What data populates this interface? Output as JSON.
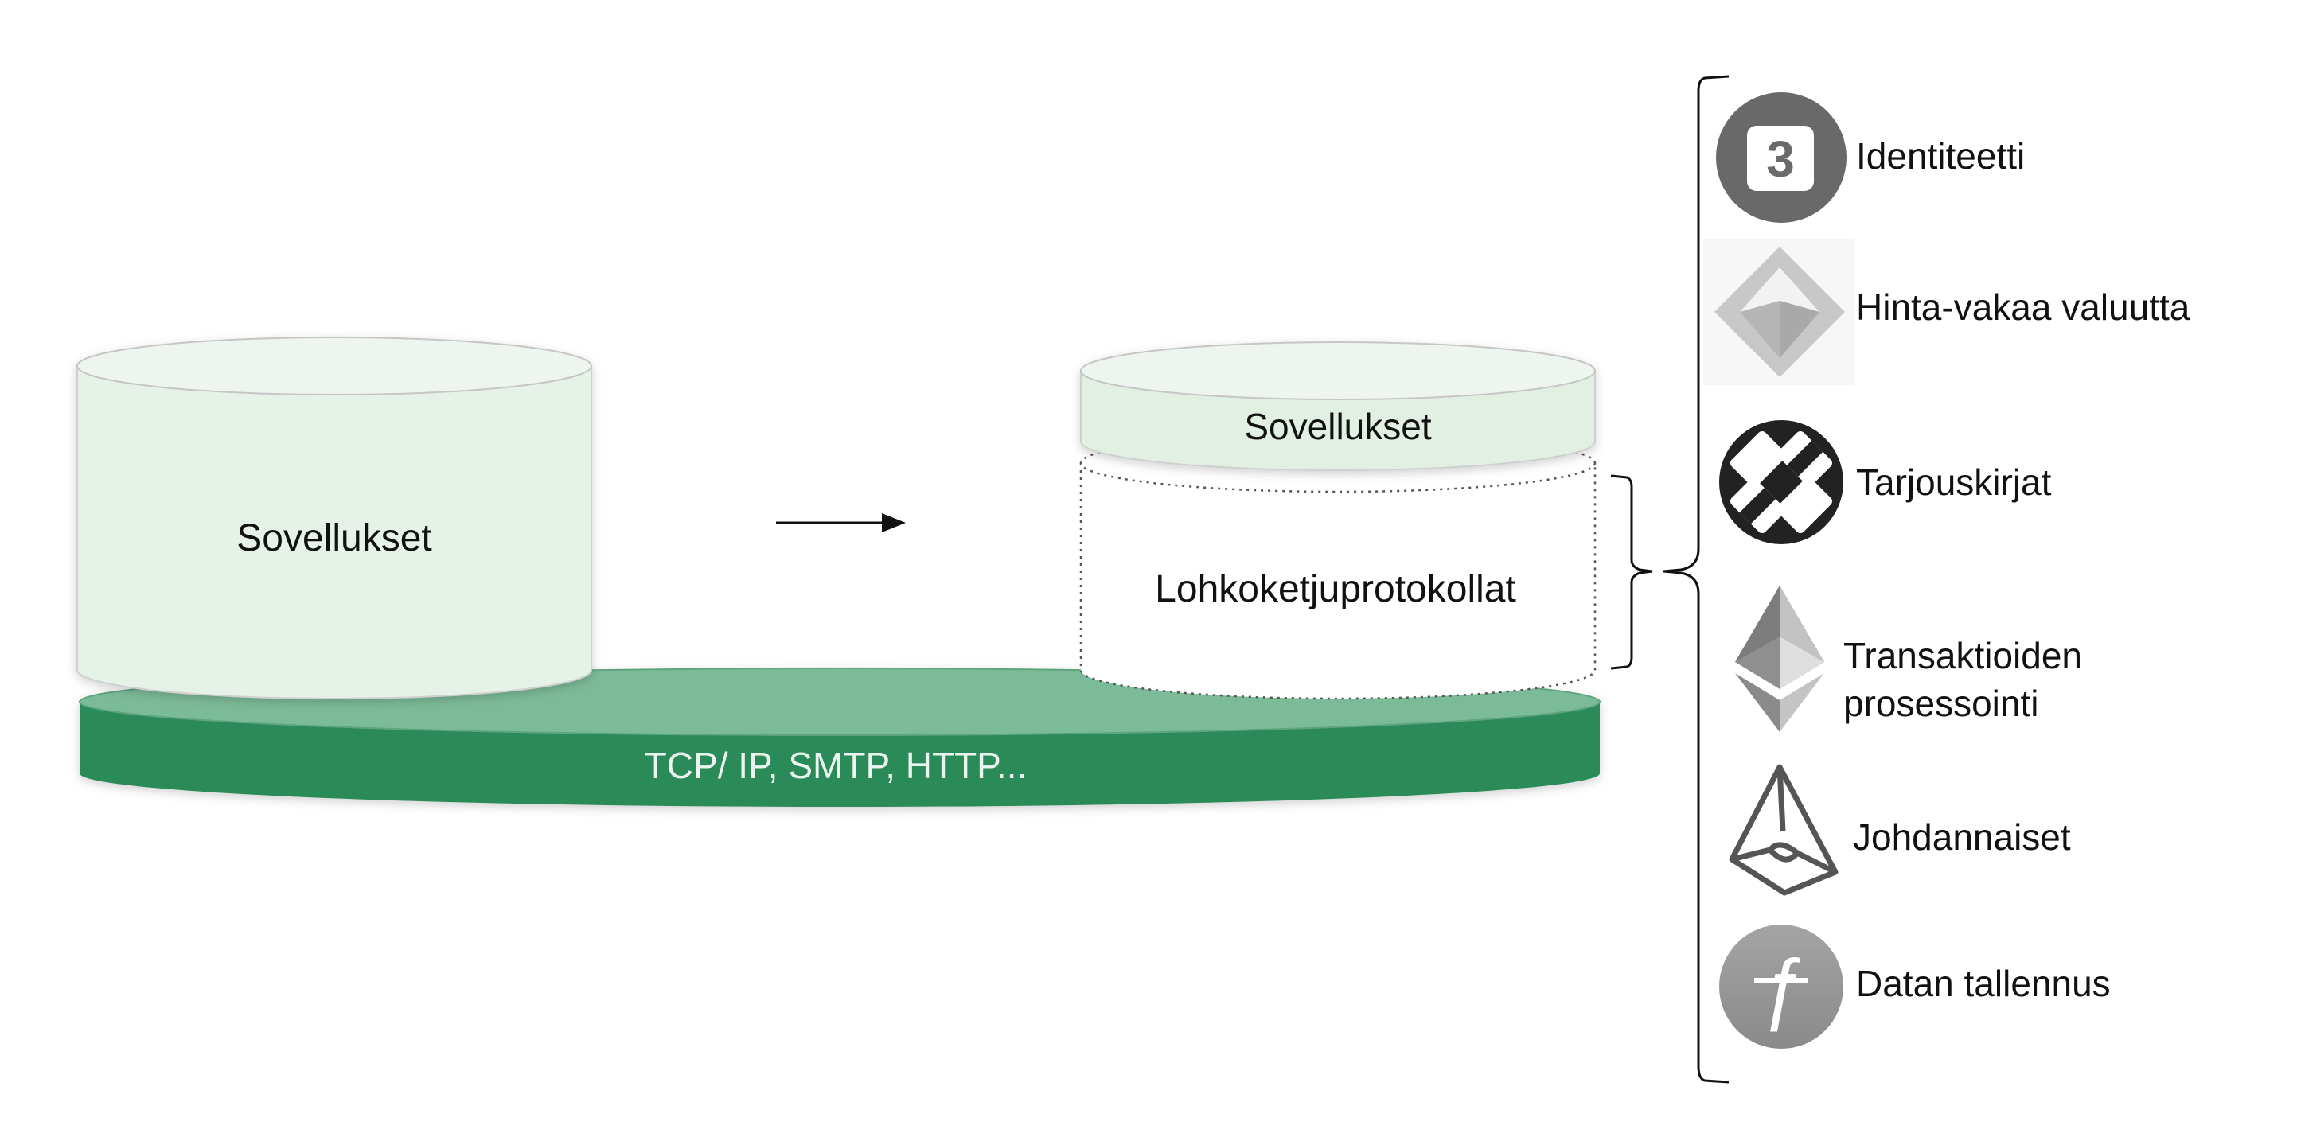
{
  "left_stack": {
    "apps_label": "Sovellukset"
  },
  "right_stack": {
    "apps_label": "Sovellukset",
    "protocols_label": "Lohkoketjuprotokollat"
  },
  "base_layer": {
    "label": "TCP/ IP, SMTP, HTTP..."
  },
  "examples": [
    {
      "label_lines": [
        "Identiteetti"
      ],
      "icon": "uport-3-icon"
    },
    {
      "label_lines": [
        "Hinta-vakaa valuutta"
      ],
      "icon": "diamond-stablecoin-icon"
    },
    {
      "label_lines": [
        "Tarjouskirjat"
      ],
      "icon": "0x-exchange-icon"
    },
    {
      "label_lines": [
        "Transaktioiden",
        "prosessointi"
      ],
      "icon": "ethereum-icon"
    },
    {
      "label_lines": [
        "Johdannaiset"
      ],
      "icon": "augur-triangle-icon"
    },
    {
      "label_lines": [
        "Datan tallennus"
      ],
      "icon": "filecoin-icon"
    }
  ],
  "colors": {
    "cylinder_fill": "#e6f1e7",
    "cylinder_top": "#eef5ef",
    "base_top": "#7bbb98",
    "base_side": "#2b8a58",
    "base_text": "#e9f5ee",
    "text": "#111111"
  }
}
